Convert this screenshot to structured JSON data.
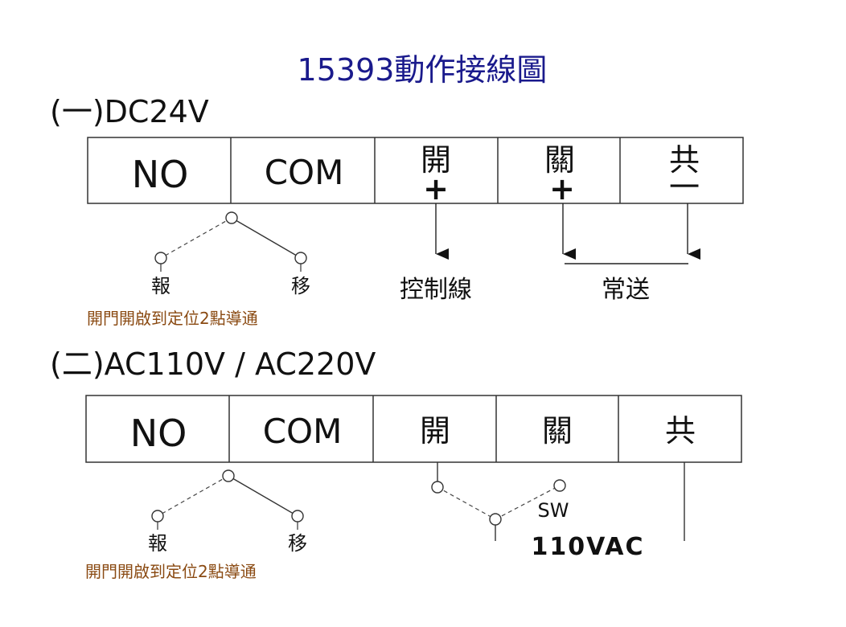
{
  "title": "15393動作接線圖",
  "colors": {
    "title": "#1a1a8c",
    "text": "#111111",
    "note": "#8a4a12",
    "line": "#333333"
  },
  "section1": {
    "heading": "(一)DC24V",
    "cells": [
      "NO",
      "COM",
      "開",
      "關",
      "共"
    ],
    "polarity": {
      "open": "+",
      "close": "+",
      "common": "一"
    },
    "switch_left": "報",
    "switch_right": "移",
    "note": "開門開啟到定位2點導通",
    "control_label": "控制線",
    "always_label": "常送"
  },
  "section2": {
    "heading": "(二)AC110V / AC220V",
    "cells": [
      "NO",
      "COM",
      "開",
      "關",
      "共"
    ],
    "switch_left": "報",
    "switch_right": "移",
    "note": "開門開啟到定位2點導通",
    "sw_label": "SW",
    "supply_label": "110VAC"
  }
}
